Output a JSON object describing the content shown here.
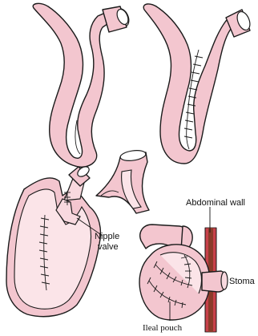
{
  "labels": {
    "nipple_valve": [
      "Nipple",
      "valve"
    ],
    "abdominal_wall": "Abdominal wall",
    "stoma": "Stoma",
    "ileal_pouch": "Ileal pouch"
  },
  "colors": {
    "bowel": "#f3c6cf",
    "bowel_inner": "#fbe4e8",
    "wall_brown": "#8a3b2a",
    "wall_red": "#c8414a",
    "outline": "#1b1b1b"
  }
}
